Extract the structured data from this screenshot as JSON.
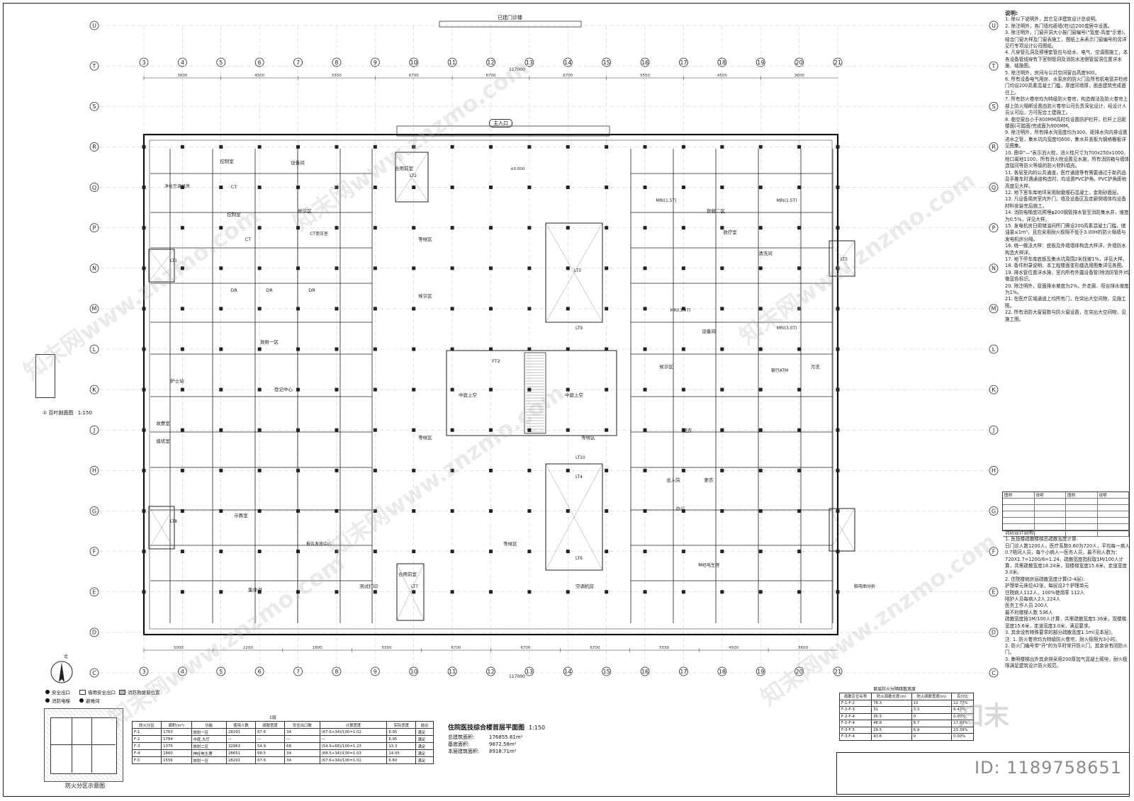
{
  "drawing": {
    "title": "住院医技综合楼首层平面图",
    "scale": "1:150",
    "top_label": "已建门诊楼",
    "entrance_label": "主入口",
    "total_dim": "117000",
    "areas": [
      {
        "label": "总建筑面积:",
        "value": "176855.61m²"
      },
      {
        "label": "基底面积:",
        "value": "9872.58m²"
      },
      {
        "label": "本层建筑面积:",
        "value": "8918.71m²"
      }
    ],
    "id_mark": "ID: 1189758651",
    "watermark": "知末网www.znzmo.com",
    "zhi_mark": "知末"
  },
  "grid": {
    "columns": [
      "3",
      "4",
      "5",
      "6",
      "7",
      "8",
      "9",
      "10",
      "11",
      "12",
      "13",
      "14",
      "15",
      "16",
      "17",
      "18",
      "19",
      "20",
      "21"
    ],
    "rows": [
      "U",
      "T",
      "S",
      "R",
      "Q",
      "P",
      "N",
      "M",
      "L",
      "K",
      "J",
      "H",
      "G",
      "F",
      "E",
      "D",
      "C"
    ],
    "dims_top": [
      "3600",
      "4500",
      "5550",
      "6700",
      "6700",
      "6700",
      "5550",
      "4500",
      "3600"
    ],
    "dims_bottom": [
      "5000",
      "2200",
      "1800",
      "5550",
      "6700",
      "6700",
      "6700",
      "5550",
      "4500",
      "3600"
    ]
  },
  "rooms": [
    {
      "name": "净化空调机房"
    },
    {
      "name": "控制室"
    },
    {
      "name": "CT"
    },
    {
      "name": "设备间"
    },
    {
      "name": "控制室"
    },
    {
      "name": "CT"
    },
    {
      "name": "候诊区"
    },
    {
      "name": "CT变压室"
    },
    {
      "name": "DR"
    },
    {
      "name": "DR"
    },
    {
      "name": "DR"
    },
    {
      "name": "放射一区"
    },
    {
      "name": "护士站"
    },
    {
      "name": "登记中心"
    },
    {
      "name": "示教室"
    },
    {
      "name": "报告发放中心"
    },
    {
      "name": "集体讲"
    },
    {
      "name": "测试打印"
    },
    {
      "name": "等候区"
    },
    {
      "name": "等候区"
    },
    {
      "name": "中庭上空"
    },
    {
      "name": "中庭上空"
    },
    {
      "name": "FT2"
    },
    {
      "name": "等候区"
    },
    {
      "name": "候诊区"
    },
    {
      "name": "更衣"
    },
    {
      "name": "更衣"
    },
    {
      "name": "MRI(1.5T)"
    },
    {
      "name": "MRI(1.5T)"
    },
    {
      "name": "放射二区"
    },
    {
      "name": "MRI(3.0T)"
    },
    {
      "name": "MRI(3.0T)"
    },
    {
      "name": "设备间"
    },
    {
      "name": "候诊区"
    },
    {
      "name": "银行ATM"
    },
    {
      "name": "污洗"
    },
    {
      "name": "出入院"
    },
    {
      "name": "办公"
    },
    {
      "name": "神经电生理"
    },
    {
      "name": "脑电图分析"
    },
    {
      "name": "空调机房"
    },
    {
      "name": "合用前室"
    },
    {
      "name": "合用前室"
    },
    {
      "name": "等候区"
    },
    {
      "name": "放疗室"
    },
    {
      "name": "清洗间"
    },
    {
      "name": "收费室"
    },
    {
      "name": "值班室"
    }
  ],
  "stairs": [
    "LT1",
    "LT2",
    "LT3",
    "LT4",
    "LT5",
    "LT6",
    "LT7",
    "LT8",
    "LT9",
    "LT10"
  ],
  "notes": {
    "heading": "说明:",
    "items": [
      "1. 除以下说明外，其它见详建筑设计总说明。",
      "2. 除注明外，各门墙均距墙(柱)边200或居中设置。",
      "3. 除注明外，门窗开洞大小按门窗编号(\"宽度-高度\"示意)，结合门窗大样及门窗表施工，图纸上未表示门窗编号的另详见行专项设计公司图纸。",
      "4. 凡穿管孔洞及预埋套管应与给水、电气、空调图施工，本各设备管线穿有下室侧管洞及消防水池侧管留洞位置详水施、结施图。",
      "5. 除注明外，房间与公共空间窗台高度900。",
      "6. 所有设备电气用房、水泵房的防火门及所有机电管井检修门均设200高素混凝土门槛，厚度同墙厚，面由建筑完成面往上。",
      "7. 所有防火卷帘均为特级防火卷帘，构造做法及防火卷帘上部上防火隔断设置由防火卷帘公司负责深化设计，经设计人员认可后，方可配合土建施工。",
      "8. 临空窗台小于800MM高时均设置防护栏杆，栏杆上沿距楼面(可踏面)完成面为900MM。",
      "9. 除注明外，所有排水沟宽度均为300，距排水沟内排设置进水之管，集水坑内宽度均600，集水井盖板为钢格栅板详见图集。",
      "10. 图中\"—\"表示消火栓，消火栓尺寸为700x250x1000，栓口离地1100，所有消火栓设置见水施，所有消防箱与墙体连接同等防火等级的防火材料填充。",
      "11. 各层室内的公共通道，医疗通道等有需要通过于新药品及手推车时遇通道构造时，均设置PVC护角，PVC护角距地高度见大样。",
      "12. 地下室车库地坪采用耐磨细石混凝土，金刚砂面层。",
      "13. 凡设备用房室内外门，墙及设备区及走廊侧墙体均设备材料安装完后施工。",
      "14. 消防电梯底坑预埋φ200钢管排水管至消防集水井，坡度为0.5%，详见大样。",
      "15. 发电机房日用储油间所门需设200高素混凝土门槛，储油量≤1m³，且应采用耐火极限不低于3.00H的防火隔墙与发电机房分隔。",
      "16. 统一做法大样：底板及外墙墙体构造大样详，外墙防水构造大样详。",
      "17. 地下停车库底板及集水坑周围2米找坡1%，详见大样。",
      "18. 备件附录说明，本工程楼面变形缝选用图集详见各图。",
      "19. 排水管位置详水施，室内所有外露设备管(除消防管外)均做蓝色标识。",
      "20. 除注明外，屋面排水坡度为2%，外走廊、阳台排水坡度为1%。",
      "21. 在医疗区域通道上均所有门，在突出大空间物，见施工图。",
      "22. 所有消防大窗窗数与防火窗设置，在突出大空间物，见施工图。"
    ]
  },
  "evac_notes": {
    "items": [
      "消防设计说明:",
      "1. 医技楼疏散楼梯总疏散宽度计算:",
      "日门诊人数1200人，医疗系数0.60为720人，平均每一病人0.7陪同人员，每个小病人一医务人员，最不利人数为：720X1.7=1200/6=1.24，疏散宽度指标取1M/100人计算，共需疏散宽度16.24米，现楼梯宽度15.6米，走道宽度3.0米。",
      "2. 住院楼病房层疏散宽度计算(2-4层):",
      "护理单元床位42张，每层设2个护理单元",
      "住院病人112人，100%使用率 112人",
      "陪护人员每病人2人 224人",
      "医务工作人员 200人",
      "最不利楼梯人数 536人",
      "疏散宽度按1M/100人计算，共需疏散宽度5.36米，现楼梯宽度15.6米，走道宽度3.0米，满足要求。",
      "3. 其余设有特殊要求的部分疏散宽度1.1m(见本层)。",
      "注: 1. 防火卷帘均为特级防火卷帘，耐火极限为3小时。",
      "2. 防火门编号带\"开\"的为平时常开防火门，其余含有闭防火门。",
      "3. 集明楼梯出外其余排采用200厚加气混凝土砌块，耐火极限满足建筑设计防火规范。"
    ]
  },
  "fire_table": {
    "caption": "1层",
    "headers": [
      "防火分区",
      "面积(m²)",
      "功能",
      "使用人数",
      "疏散宽度",
      "安全出口数",
      "计算宽度",
      "实际宽度",
      "结论"
    ],
    "rows": [
      [
        "F-1",
        "1763",
        "放射一区",
        "28291",
        "67.6",
        "34",
        "(67.6+34)/100=1.02",
        "8.95",
        "满足"
      ],
      [
        "F-2",
        "1784",
        "中庭,大厅",
        "—",
        "—",
        "—",
        "—",
        "8.95",
        "满足"
      ],
      [
        "F-3",
        "1375",
        "放射二区",
        "32963",
        "54.9",
        "68",
        "(54.9+68)/100=1.23",
        "13.3",
        "满足"
      ],
      [
        "F-4",
        "1860",
        "神经电生理",
        "28651",
        "68.5",
        "34",
        "(68.5+34)/100=1.03",
        "14.05",
        "满足"
      ],
      [
        "F-5",
        "1556",
        "放射一区",
        "28291",
        "67.6",
        "34",
        "(67.6+34)/100=1.02",
        "6.60",
        "满足"
      ]
    ]
  },
  "zone_table": {
    "caption": "首层防火分隔疏散宽度",
    "headers": [
      "疏散区位名称",
      "防火疏散长度(m)",
      "防火疏散宽度(m)",
      "百分比"
    ],
    "rows": [
      [
        "F-1-F-2",
        "78.3",
        "10",
        "12.77%"
      ],
      [
        "F-2-F-3",
        "31",
        "3.3",
        "6.47%"
      ],
      [
        "F-2-F-4",
        "35.5",
        "0",
        "0.00%"
      ],
      [
        "F-2-F-4",
        "48.8",
        "8.7",
        "17.83%"
      ],
      [
        "F-3-F-5",
        "29.5",
        "6.9",
        "23.39%"
      ],
      [
        "F-3-F-4",
        "43.6",
        "0",
        "0.00%"
      ]
    ]
  },
  "legend": [
    {
      "label": "安全出口"
    },
    {
      "label": "借用安全出口"
    },
    {
      "label": "消防救援窗位置"
    },
    {
      "label": "消防电梯"
    },
    {
      "label": "避难间"
    }
  ],
  "misc": {
    "section_title": "① 百叶剖面图",
    "section_scale": "1:150",
    "zone_map_title": "防火分区示意图",
    "north_label": "北",
    "level_label": "±0.000",
    "legend_rows": [
      "图例",
      "说明",
      "图例",
      "说明"
    ]
  }
}
